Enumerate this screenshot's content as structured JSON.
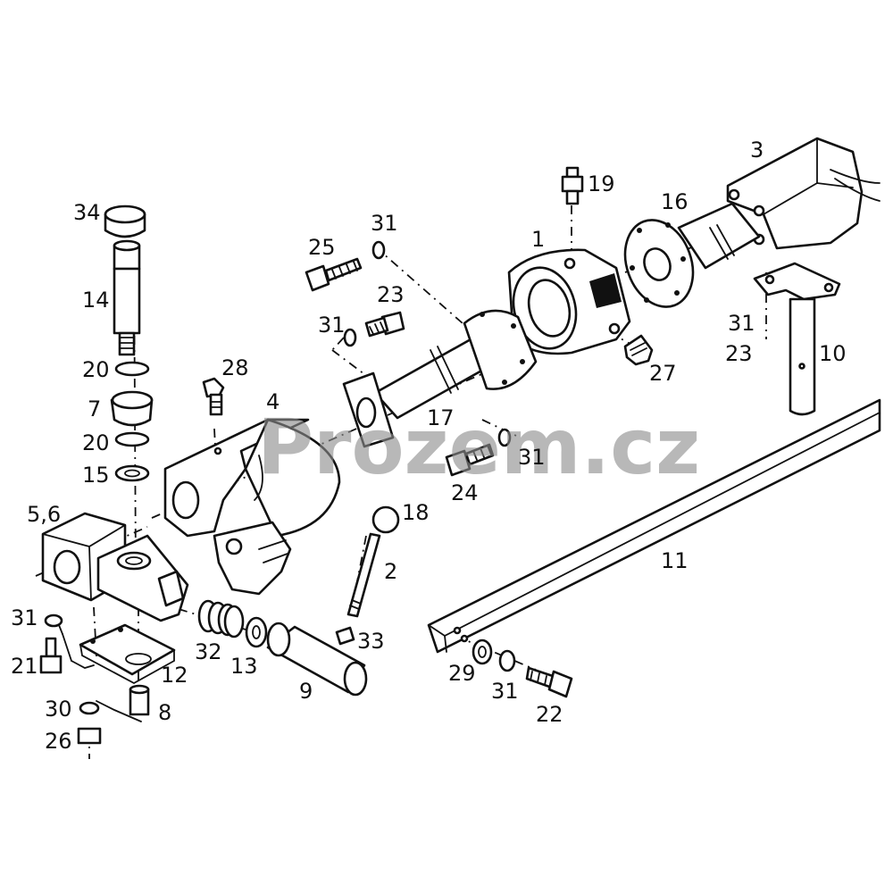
{
  "watermark": "Prozem.cz",
  "part_numbers": {
    "p1": "1",
    "p2": "2",
    "p3": "3",
    "p4": "4",
    "p5_6": "5,6",
    "p7": "7",
    "p8": "8",
    "p9": "9",
    "p10": "10",
    "p11": "11",
    "p12": "12",
    "p13": "13",
    "p14": "14",
    "p15": "15",
    "p16": "16",
    "p17": "17",
    "p18": "18",
    "p19": "19",
    "p20a": "20",
    "p20b": "20",
    "p21": "21",
    "p22": "22",
    "p23a": "23",
    "p23b": "23",
    "p24": "24",
    "p25": "25",
    "p26": "26",
    "p27": "27",
    "p28": "28",
    "p29": "29",
    "p30": "30",
    "p31a": "31",
    "p31b": "31",
    "p31c": "31",
    "p31d": "31",
    "p31e": "31",
    "p31f": "31",
    "p32": "32",
    "p33": "33",
    "p34": "34"
  }
}
